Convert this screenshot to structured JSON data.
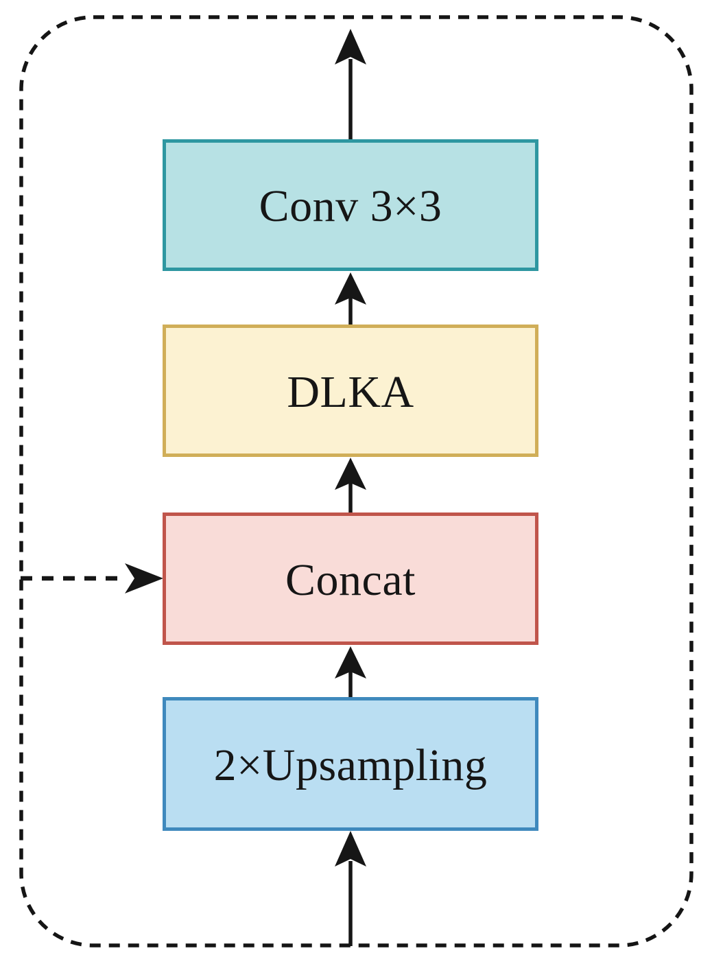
{
  "diagram": {
    "title": "decoder-block",
    "frame": {
      "style": "dashed-rounded-rectangle",
      "stroke_color": "#151515"
    },
    "arrow_color": "#161616",
    "text_color": "#161616",
    "nodes": [
      {
        "id": "conv3x3",
        "label": "Conv 3×3",
        "fill": "#b7e1e4",
        "border": "#2e97a1"
      },
      {
        "id": "dlka",
        "label": "DLKA",
        "fill": "#fcf2d2",
        "border": "#d0ae58"
      },
      {
        "id": "concat",
        "label": "Concat",
        "fill": "#f9dcd8",
        "border": "#c0554b"
      },
      {
        "id": "upsampling",
        "label": "2×Upsampling",
        "fill": "#badef2",
        "border": "#3f89bd"
      }
    ],
    "edges": [
      {
        "from": "input",
        "to": "upsampling",
        "style": "solid",
        "direction": "up"
      },
      {
        "from": "upsampling",
        "to": "concat",
        "style": "solid",
        "direction": "up"
      },
      {
        "from": "concat",
        "to": "dlka",
        "style": "solid",
        "direction": "up"
      },
      {
        "from": "dlka",
        "to": "conv3x3",
        "style": "solid",
        "direction": "up"
      },
      {
        "from": "conv3x3",
        "to": "output",
        "style": "solid",
        "direction": "up"
      },
      {
        "from": "skip-connection",
        "to": "concat",
        "style": "dashed",
        "direction": "right"
      }
    ]
  }
}
